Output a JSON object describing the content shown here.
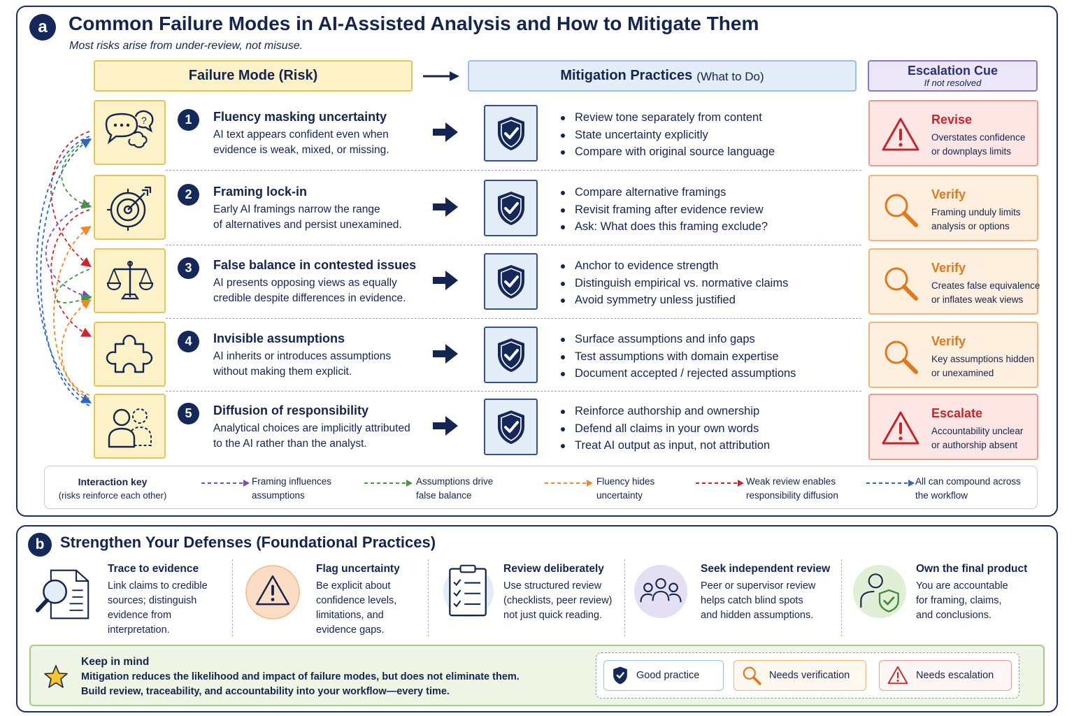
{
  "panel_a": {
    "letter": "a",
    "title": "Common Failure Modes in AI-Assisted Analysis and How to Mitigate Them",
    "subtitle": "Most risks arise from under-review, not misuse."
  },
  "headers": {
    "failure": "Failure Mode (Risk)",
    "mitigation": "Mitigation Practices",
    "mitigation_sub": "(What to Do)",
    "escalation": "Escalation Cue",
    "escalation_sub": "If not resolved"
  },
  "rows": [
    {
      "num": "1",
      "icon": "speech-bubbles-icon",
      "title": "Fluency masking uncertainty",
      "desc": [
        "AI text appears confident even when",
        "evidence is weak, mixed, or missing."
      ],
      "bullets": [
        "Review tone separately from content",
        "State uncertainty explicitly",
        "Compare with original source language"
      ],
      "esc_title": "Revise",
      "esc_desc": [
        "Overstates confidence",
        "or downplays limits"
      ],
      "esc_type": "red"
    },
    {
      "num": "2",
      "icon": "target-icon",
      "title": "Framing lock-in",
      "desc": [
        "Early AI framings narrow the range",
        "of alternatives and persist unexamined."
      ],
      "bullets": [
        "Compare alternative framings",
        "Revisit framing after evidence review",
        "Ask: What does this framing exclude?"
      ],
      "esc_title": "Verify",
      "esc_desc": [
        "Framing unduly limits",
        "analysis or options"
      ],
      "esc_type": "orange"
    },
    {
      "num": "3",
      "icon": "scales-icon",
      "title": "False balance in contested issues",
      "desc": [
        "AI presents opposing views as equally",
        "credible despite differences in evidence."
      ],
      "bullets": [
        "Anchor to evidence strength",
        "Distinguish empirical vs. normative claims",
        "Avoid symmetry unless justified"
      ],
      "esc_title": "Verify",
      "esc_desc": [
        "Creates false equivalence",
        "or inflates weak views"
      ],
      "esc_type": "orange"
    },
    {
      "num": "4",
      "icon": "puzzle-icon",
      "title": "Invisible assumptions",
      "desc": [
        "AI inherits or introduces assumptions",
        "without making them explicit."
      ],
      "bullets": [
        "Surface assumptions and info gaps",
        "Test assumptions with domain expertise",
        "Document accepted / rejected assumptions"
      ],
      "esc_title": "Verify",
      "esc_desc": [
        "Key assumptions hidden",
        "or unexamined"
      ],
      "esc_type": "orange"
    },
    {
      "num": "5",
      "icon": "people-icon",
      "title": "Diffusion of responsibility",
      "desc": [
        "Analytical choices are implicitly attributed",
        "to the AI rather than the analyst."
      ],
      "bullets": [
        "Reinforce authorship and ownership",
        "Defend all claims in your own words",
        "Treat AI output as input, not attribution"
      ],
      "esc_title": "Escalate",
      "esc_desc": [
        "Accountability unclear",
        "or authorship absent"
      ],
      "esc_type": "red"
    }
  ],
  "interaction_key": {
    "title": "Interaction key",
    "subtitle": "(risks reinforce each other)",
    "items": [
      {
        "label": [
          "Framing influences",
          "assumptions"
        ],
        "color": "#7b4cc0"
      },
      {
        "label": [
          "Assumptions drive",
          "false balance"
        ],
        "color": "#3f9a3a"
      },
      {
        "label": [
          "Fluency hides",
          "uncertainty"
        ],
        "color": "#ee8a2a"
      },
      {
        "label": [
          "Weak review enables",
          "responsibility diffusion"
        ],
        "color": "#cf2530"
      },
      {
        "label": [
          "All can compound across",
          "the workflow"
        ],
        "color": "#2d67c4"
      }
    ]
  },
  "panel_b": {
    "letter": "b",
    "title": "Strengthen Your Defenses (Foundational Practices)"
  },
  "practices": [
    {
      "icon": "document-magnifier-icon",
      "title": "Trace to evidence",
      "desc": [
        "Link claims to credible",
        "sources; distinguish",
        "evidence from",
        "interpretation."
      ]
    },
    {
      "icon": "warning-icon",
      "title": "Flag uncertainty",
      "desc": [
        "Be explicit about",
        "confidence levels,",
        "limitations, and",
        "evidence gaps."
      ]
    },
    {
      "icon": "checklist-icon",
      "title": "Review deliberately",
      "desc": [
        "Use structured review",
        "(checklists, peer review)",
        "not just quick reading."
      ]
    },
    {
      "icon": "group-icon",
      "title": "Seek independent review",
      "desc": [
        "Peer or supervisor review",
        "helps catch blind spots",
        "and hidden assumptions."
      ]
    },
    {
      "icon": "person-shield-icon",
      "title": "Own the final product",
      "desc": [
        "You are accountable",
        "for framing, claims,",
        "and conclusions."
      ]
    }
  ],
  "keep_in_mind": {
    "title": "Keep in mind",
    "lines": [
      "Mitigation reduces the likelihood and impact of failure modes, but does not eliminate them.",
      "Build review, traceability, and accountability into your workflow—every time."
    ]
  },
  "legend": [
    {
      "icon": "shield-check-icon",
      "label": "Good practice"
    },
    {
      "icon": "magnifier-icon",
      "label": "Needs verification"
    },
    {
      "icon": "warning-icon",
      "label": "Needs escalation"
    }
  ],
  "colors": {
    "navy": "#14254f",
    "yellow_fill": "#fdf2c7",
    "blue_fill": "#e3edf8",
    "red": "#c4262c",
    "orange": "#e0781c",
    "green_fill": "#eef5e4"
  }
}
